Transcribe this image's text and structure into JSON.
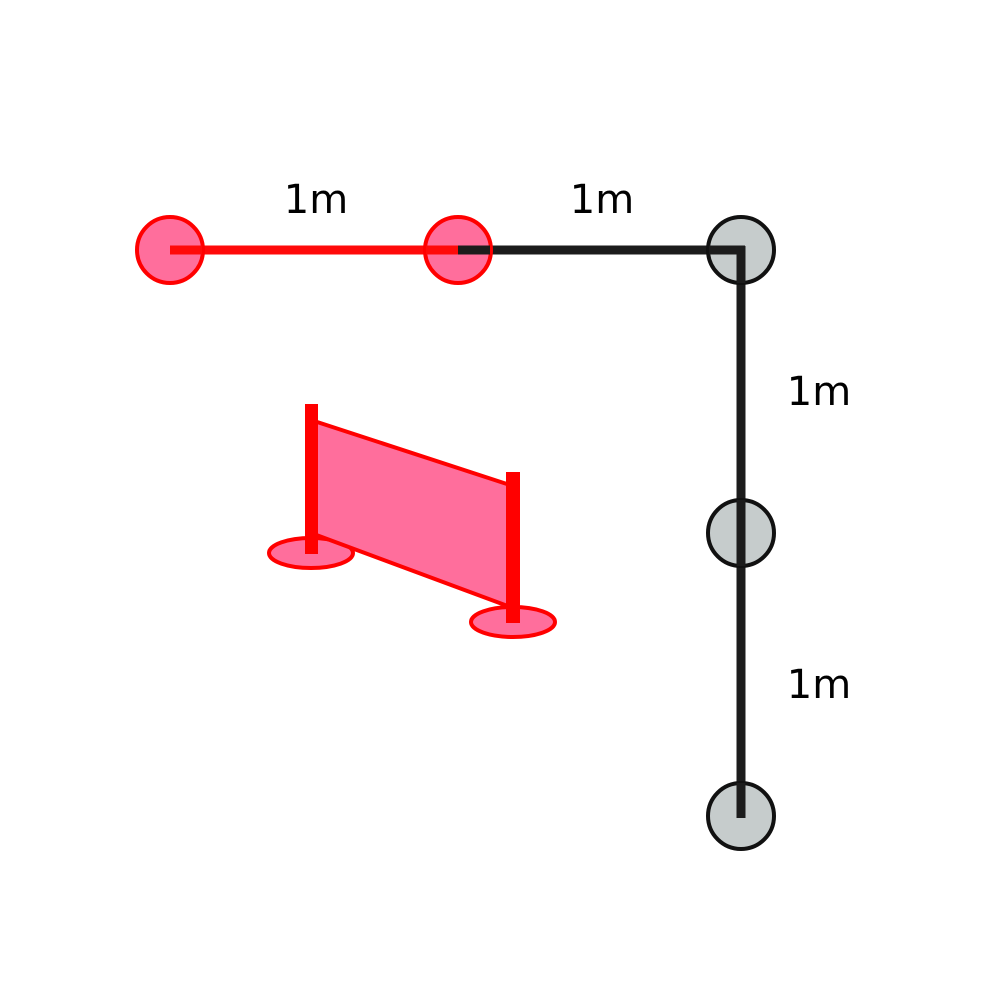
{
  "labels": {
    "top_left": "1m",
    "top_right": "1m",
    "right_upper": "1m",
    "right_lower": "1m"
  },
  "colors": {
    "red_stroke": "#ff0000",
    "red_fill": "#ff6e9c",
    "red_line": "#ff0a0a",
    "gray_fill": "#c6cccc",
    "dark_line": "#1c1c1c",
    "outline": "#111111"
  },
  "icons": {
    "barrier": "pink-barrier-fence-icon"
  }
}
